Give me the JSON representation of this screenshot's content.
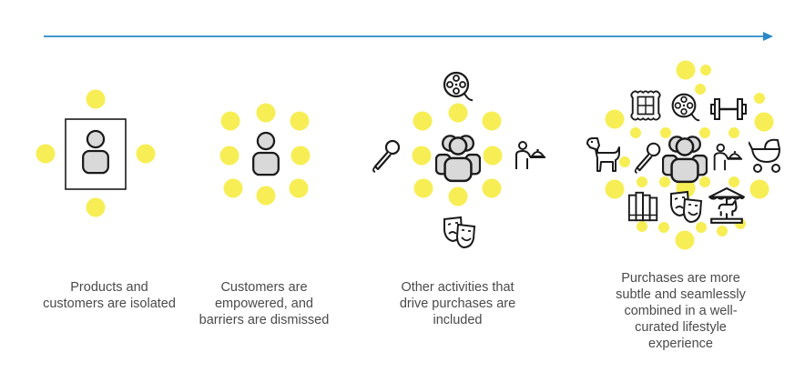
{
  "colors": {
    "arrow": "#2a88c8",
    "dot": "#f7ee55",
    "stroke": "#1a1a1a",
    "fill": "#d9d9d9",
    "caption": "#4a4a4a"
  },
  "stages": [
    {
      "caption": "Products and\ncustomers are isolated",
      "icons": [
        "person-icon",
        "product-box-icon"
      ]
    },
    {
      "caption": "Customers are\nempowered, and\nbarriers are dismissed",
      "icons": [
        "person-icon"
      ]
    },
    {
      "caption": "Other activities that\ndrive purchases are\nincluded",
      "icons": [
        "group-icon",
        "film-reel-icon",
        "microphone-icon",
        "waiter-cloche-icon",
        "theatre-masks-icon"
      ]
    },
    {
      "caption": "Purchases are more\nsubtle and seamlessly\ncombined in a well-\ncurated lifestyle\nexperience",
      "icons": [
        "group-icon",
        "picture-frame-icon",
        "film-reel-icon",
        "dumbbell-icon",
        "dog-icon",
        "microphone-icon",
        "waiter-cloche-icon",
        "stroller-icon",
        "books-icon",
        "theatre-masks-icon",
        "carousel-icon"
      ]
    }
  ]
}
